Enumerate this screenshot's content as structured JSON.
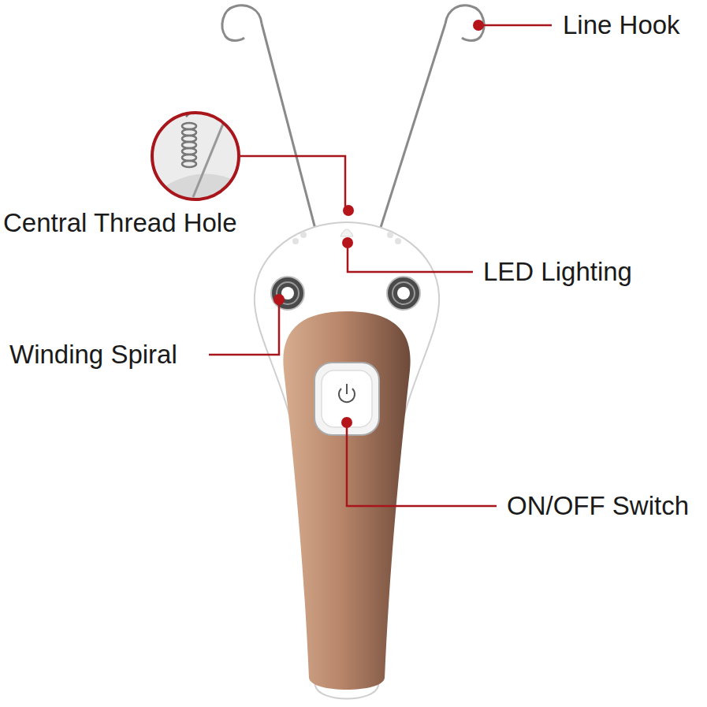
{
  "diagram": {
    "labels": [
      "Line Hook",
      "Central Thread Hole",
      "LED Lighting",
      "Winding Spiral",
      "ON/OFF Switch"
    ]
  }
}
